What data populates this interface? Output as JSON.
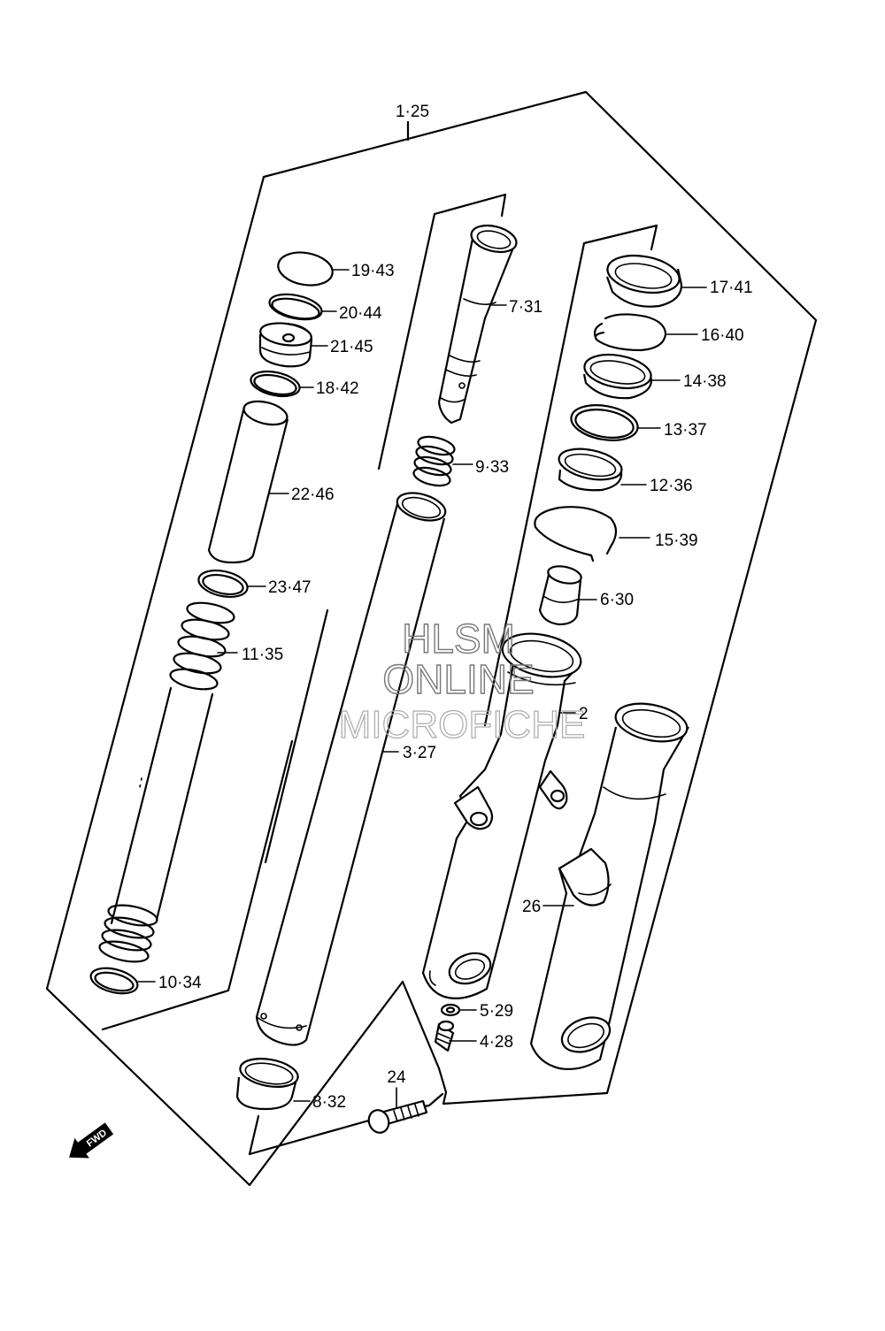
{
  "callouts": {
    "c_1_25": "1·25",
    "c_19_43": "19·43",
    "c_20_44": "20·44",
    "c_21_45": "21·45",
    "c_18_42": "18·42",
    "c_22_46": "22·46",
    "c_23_47": "23·47",
    "c_11_35": "11·35",
    "c_10_34": "10·34",
    "c_7_31": "7·31",
    "c_9_33": "9·33",
    "c_3_27": "3·27",
    "c_8_32": "8·32",
    "c_17_41": "17·41",
    "c_16_40": "16·40",
    "c_14_38": "14·38",
    "c_13_37": "13·37",
    "c_12_36": "12·36",
    "c_15_39": "15·39",
    "c_6_30": "6·30",
    "c_2": "2",
    "c_26": "26",
    "c_5_29": "5·29",
    "c_4_28": "4·28",
    "c_24": "24"
  },
  "watermark": {
    "line1": "HLSM",
    "line2": "ONLINE",
    "line3": "MICROFICHE"
  },
  "direction_arrow": {
    "label": "FWD",
    "icon": "fwd-arrow-icon"
  }
}
